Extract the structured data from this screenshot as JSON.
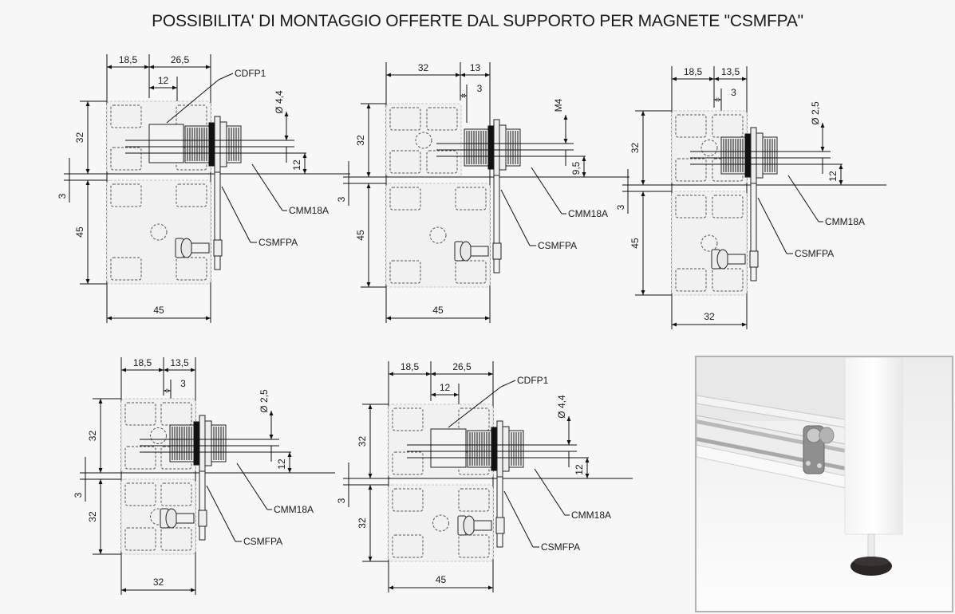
{
  "title": "POSSIBILITA' DI MONTAGGIO OFFERTE DAL SUPPORTO PER MAGNETE \"CSMFPA\"",
  "drawings": [
    {
      "id": "profile-45x45-45x45-cdfp1",
      "top_dims": [
        "18,5",
        "26,5"
      ],
      "inner_dim": "12",
      "left_dims": [
        "32",
        "3",
        "45"
      ],
      "bottom_dim": "45",
      "right_dims": [
        "Ø 4,4",
        "12"
      ],
      "callouts": [
        "CDFP1",
        "CMM18A",
        "CSMFPA"
      ]
    },
    {
      "id": "profile-32x45-45x45-m4",
      "top_dims": [
        "32",
        "13"
      ],
      "inner_dim": "3",
      "left_dims": [
        "32",
        "3",
        "45"
      ],
      "bottom_dim": "45",
      "right_dims": [
        "M4",
        "9,5"
      ],
      "callouts": [
        "CMM18A",
        "CSMFPA"
      ]
    },
    {
      "id": "profile-32x32-32x45",
      "top_dims": [
        "18,5",
        "13,5"
      ],
      "inner_dim": "3",
      "left_dims": [
        "32",
        "3",
        "45"
      ],
      "bottom_dim": "32",
      "right_dims": [
        "Ø 2,5",
        "12"
      ],
      "callouts": [
        "CMM18A",
        "CSMFPA"
      ]
    },
    {
      "id": "profile-32x32-32x32",
      "top_dims": [
        "18,5",
        "13,5"
      ],
      "inner_dim": "3",
      "left_dims": [
        "32",
        "3",
        "32"
      ],
      "bottom_dim": "32",
      "right_dims": [
        "Ø 2,5",
        "12"
      ],
      "callouts": [
        "CMM18A",
        "CSMFPA"
      ]
    },
    {
      "id": "profile-45x32-45x32-cdfp1",
      "top_dims": [
        "18,5",
        "26,5"
      ],
      "inner_dim": "12",
      "left_dims": [
        "32",
        "3",
        "32"
      ],
      "bottom_dim": "45",
      "right_dims": [
        "Ø 4,4",
        "12"
      ],
      "callouts": [
        "CDFP1",
        "CMM18A",
        "CSMFPA"
      ]
    }
  ],
  "photo": {
    "subject": "magnet-support-mounted-on-aluminium-profile-frame"
  }
}
